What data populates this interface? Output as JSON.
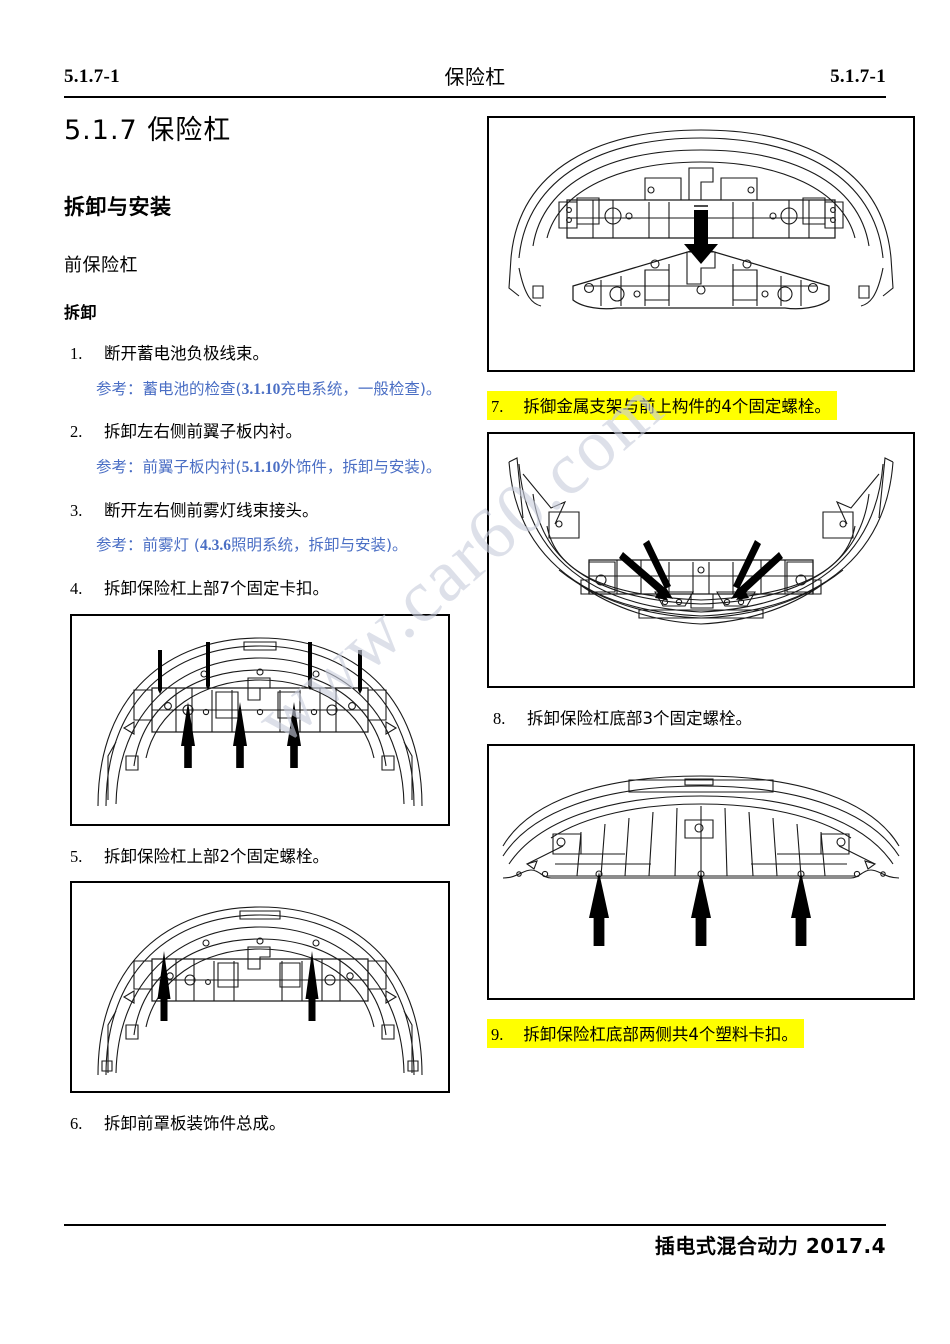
{
  "header": {
    "left_code": "5.1.7-1",
    "title": "保险杠",
    "right_code": "5.1.7-1"
  },
  "footer": {
    "text": "插电式混合动力 2017.4"
  },
  "watermark": {
    "text": "www.car60.com"
  },
  "left_column": {
    "section_title": "5.1.7 保险杠",
    "heading_removal_install": "拆卸与安装",
    "heading_front_bumper": "前保险杠",
    "heading_removal": "拆卸",
    "steps": [
      {
        "num": "1.",
        "text": "断开蓄电池负极线束。",
        "ref_prefix": "参考：蓄电池的检查(",
        "ref_code": "3.1.10",
        "ref_suffix": "充电系统，一般检查)。"
      },
      {
        "num": "2.",
        "text": "拆卸左右侧前翼子板内衬。",
        "ref_prefix": "参考：前翼子板内衬(",
        "ref_code": "5.1.10",
        "ref_suffix": "外饰件，拆卸与安装)。"
      },
      {
        "num": "3.",
        "text": "断开左右侧前雾灯线束接头。",
        "ref_prefix": "参考：前雾灯 (",
        "ref_code": "4.3.6",
        "ref_suffix": "照明系统，拆卸与安装)。"
      },
      {
        "num": "4.",
        "text": "拆卸保险杠上部7个固定卡扣。"
      },
      {
        "num": "5.",
        "text": "拆卸保险杠上部2个固定螺栓。"
      },
      {
        "num": "6.",
        "text": "拆卸前罩板装饰件总成。"
      }
    ]
  },
  "right_column": {
    "steps": [
      {
        "num": "7.",
        "text": "拆御金属支架与前上构件的4个固定螺栓。",
        "highlight": "#ffff00"
      },
      {
        "num": "8.",
        "text": "拆卸保险杠底部3个固定螺栓。"
      },
      {
        "num": "9.",
        "text": "拆卸保险杠底部两侧共4个塑料卡扣。",
        "highlight": "#ffff00"
      }
    ]
  },
  "figures": {
    "fig_top_right": "前保险杠与金属支架分解图",
    "fig_step4": "保险杠上部7个固定卡扣位置图",
    "fig_step5": "保险杠上部2个固定螺栓位置图",
    "fig_step7": "金属支架4个固定螺栓位置图",
    "fig_step8": "保险杠底部3个固定螺栓位置图"
  },
  "colors": {
    "reference_blue": "#4a6ec4",
    "highlight_yellow": "#ffff00",
    "watermark_gray": "#c9cedd",
    "line_black": "#000000"
  }
}
